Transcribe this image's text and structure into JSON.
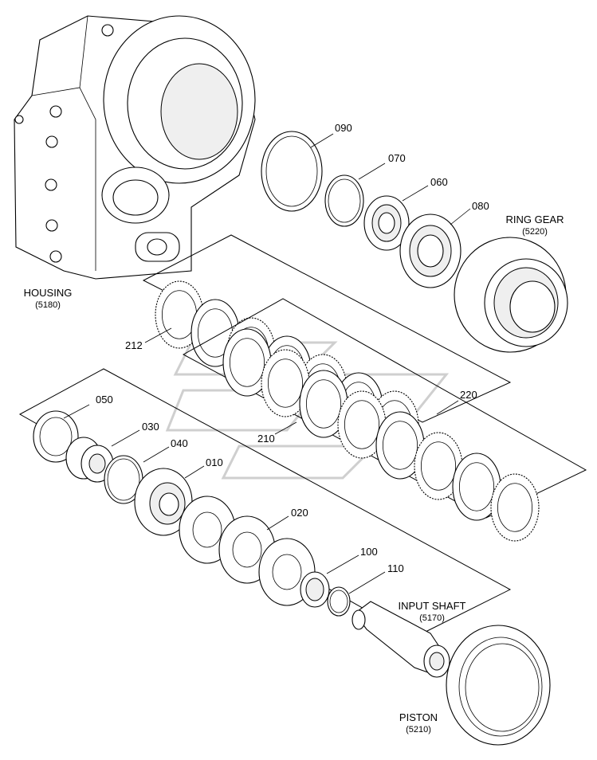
{
  "parts": [
    {
      "id": "housing",
      "name": "HOUSING",
      "code": "(5180)"
    },
    {
      "id": "ring-gear",
      "name": "RING GEAR",
      "code": "(5220)"
    },
    {
      "id": "input-shaft",
      "name": "INPUT SHAFT",
      "code": "(5170)"
    },
    {
      "id": "piston",
      "name": "PISTON",
      "code": "(5210)"
    }
  ],
  "callouts": [
    "090",
    "070",
    "060",
    "080",
    "212",
    "210",
    "220",
    "050",
    "030",
    "040",
    "010",
    "020",
    "100",
    "110"
  ],
  "colors": {
    "line": "#000000",
    "background": "#ffffff",
    "watermark": "#cfcfcf"
  }
}
